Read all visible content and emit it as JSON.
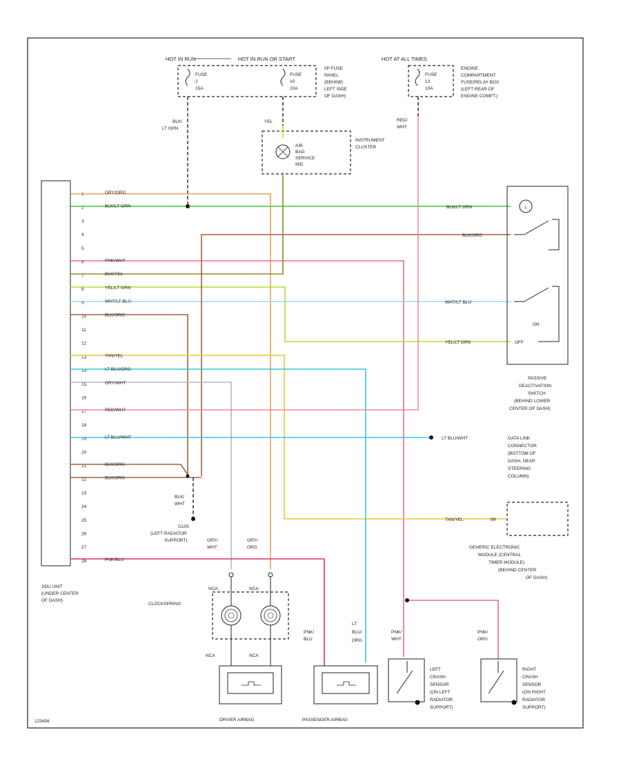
{
  "power": {
    "hot_run": "HOT IN RUN",
    "hot_run_or_start": "HOT IN RUN OR START",
    "hot_all_times": "HOT AT ALL TIMES",
    "fuse1": [
      "FUSE",
      "2",
      "15A"
    ],
    "fuse2": [
      "FUSE",
      "10",
      "10A"
    ],
    "fuse3": [
      "FUSE",
      "13",
      "10A"
    ],
    "ip_fuse_panel": [
      "I/P FUSE",
      "PANEL",
      "(BEHIND",
      "LEFT SIDE",
      "OF DASH)"
    ],
    "engine_fuse_box": [
      "ENGINE",
      "COMPARTMENT",
      "FUSE/RELAY BOX",
      "(LEFT REAR OF",
      "ENGINE COMPT.)"
    ]
  },
  "cluster": {
    "title": [
      "INSTRUMENT",
      "CLUSTER"
    ],
    "lamp": [
      "AIR",
      "BAG",
      "SERVICE",
      "IND"
    ],
    "yel_label": "YEL"
  },
  "wire_labels": {
    "blk_ltgrn": [
      "BLK/",
      "LT GRN"
    ],
    "red_wht": [
      "RED/",
      "WHT"
    ],
    "blk_wht": [
      "BLK/",
      "WHT"
    ],
    "gry_wht": [
      "GRY/",
      "WHT"
    ],
    "gry_org": [
      "GRY/",
      "ORG"
    ],
    "pnk_blu": [
      "PNK/",
      "BLU"
    ],
    "lt_blu_org": [
      "LT",
      "BLU/",
      "ORG"
    ],
    "pnk_wht": [
      "PNK/",
      "WHT"
    ],
    "pnk_org": [
      "PNK/",
      "ORG"
    ]
  },
  "sdu": {
    "pins": [
      "1",
      "2",
      "3",
      "4",
      "5",
      "6",
      "7",
      "8",
      "9",
      "10",
      "11",
      "12",
      "13",
      "14",
      "15",
      "16",
      "17",
      "18",
      "19",
      "20",
      "21",
      "22",
      "23",
      "24",
      "25",
      "26",
      "27",
      "28"
    ],
    "title": [
      "SDU UNIT",
      "(UNDER CENTER",
      "OF DASH)"
    ]
  },
  "wires": [
    {
      "pin": "1",
      "label": "GRY/ORG",
      "color": "#e8a060"
    },
    {
      "pin": "2",
      "label": "BLK/LT GRN",
      "color": "#3cc83c"
    },
    {
      "pin": "6",
      "label": "PNK/WHT",
      "color": "#f06a8a"
    },
    {
      "pin": "7",
      "label": "BLK/YEL",
      "color": "#8c8a30"
    },
    {
      "pin": "8",
      "label": "YEL/LT GRN",
      "color": "#a8e030"
    },
    {
      "pin": "9",
      "label": "WHT/LT BLU",
      "color": "#9adcf0"
    },
    {
      "pin": "10",
      "label": "BLK/ORG",
      "color": "#a0623a"
    },
    {
      "pin": "13",
      "label": "TAN/YEL",
      "color": "#e8c830"
    },
    {
      "pin": "14",
      "label": "LT BLU/ORG",
      "color": "#30c8d8"
    },
    {
      "pin": "15",
      "label": "GRY/WHT",
      "color": "#b0b0b0"
    },
    {
      "pin": "17",
      "label": "RED/WHT",
      "color": "#f28a90"
    },
    {
      "pin": "19",
      "label": "LT BLU/WHT",
      "color": "#30c8e0"
    },
    {
      "pin": "21",
      "label": "BLK/ORG",
      "color": "#a0623a"
    },
    {
      "pin": "22",
      "label": "BLK/ORG",
      "color": "#a0623a"
    },
    {
      "pin": "28",
      "label": "PNK/BLU",
      "color": "#e0305a"
    }
  ],
  "right_labels": {
    "blk_ltgrn": "BLK/LT GRN",
    "blk_org": "BLK/ORG",
    "wht_ltblu": "WHT/LT BLU",
    "yel_ltgrn": "YEL/LT GRN",
    "lt_blu_wht": "LT BLU/WHT",
    "tan_yel": "TAN/YEL",
    "tan_yel_tag": "SR"
  },
  "components": {
    "passive_switch": [
      "PASSIVE",
      "DEACTIVATION",
      "SWITCH",
      "(BEHIND LOWER",
      "CENTER OF DASH)"
    ],
    "switch_on": "ON",
    "switch_off": "OFF",
    "data_link": [
      "DATA LINK",
      "CONNECTOR",
      "(BOTTOM OF",
      "DASH, NEAR",
      "STEERING",
      "COLUMN)"
    ],
    "gem": [
      "GENERIC ELECTRONIC",
      "MODULE (CENTRAL",
      "TIMER MODULE)",
      "(BEHIND CENTER",
      "OF DASH)"
    ],
    "ground": [
      "G105",
      "(LEFT RADIATOR",
      "SUPPORT)"
    ],
    "clockspring": "CLOCKSPRING",
    "nca": "NCA",
    "driver_airbag": "DRIVER AIRBAG",
    "passenger_airbag": "PASSENGER AIRBAG",
    "left_sensor": [
      "LEFT",
      "CRASH",
      "SENSOR",
      "(ON LEFT",
      "RADIATOR",
      "SUPPORT)"
    ],
    "right_sensor": [
      "RIGHT",
      "CRASH",
      "SENSOR",
      "(ON RIGHT",
      "RADIATOR",
      "SUPPORT)"
    ],
    "code": "123456"
  }
}
